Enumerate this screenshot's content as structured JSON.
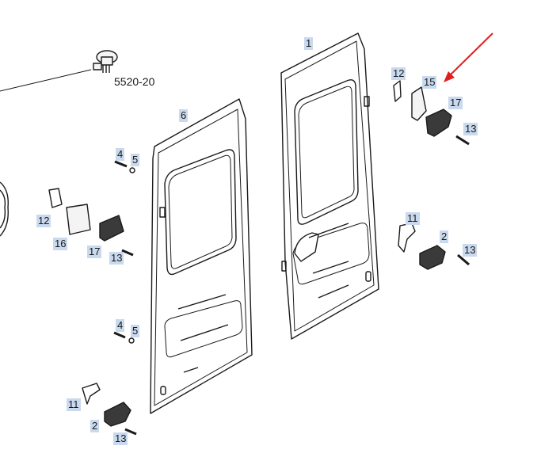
{
  "reference_label": "5520-20",
  "callouts": {
    "c1": "1",
    "c15": "15",
    "c12a": "12",
    "c17a": "17",
    "c13a": "13",
    "c11a": "11",
    "c2a": "2",
    "c13b": "13",
    "c6": "6",
    "c4a": "4",
    "c5a": "5",
    "c12b": "12",
    "c16": "16",
    "c17b": "17",
    "c13c": "13",
    "c4b": "4",
    "c5b": "5",
    "c11b": "11",
    "c2b": "2",
    "c13d": "13"
  },
  "colors": {
    "line": "#1a1a1a",
    "label_bg": "#c9d9ee",
    "arrow": "#e02020",
    "part_fill": "#f4f4f4",
    "dark_part": "#3a3a3a"
  }
}
